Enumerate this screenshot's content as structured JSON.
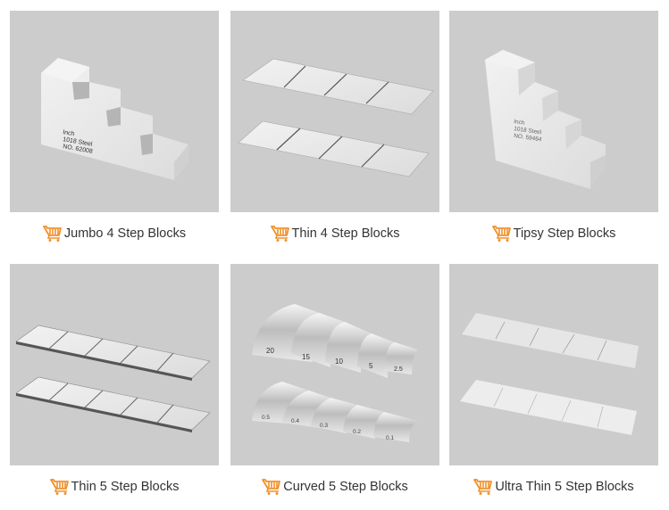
{
  "products": [
    {
      "name": "Jumbo 4 Step Blocks",
      "icon": "shopping-cart-icon",
      "engraving": [
        "Inch",
        "1018 Steel",
        "NO. 62008"
      ]
    },
    {
      "name": "Thin 4 Step Blocks",
      "icon": "shopping-cart-icon"
    },
    {
      "name": "Tipsy Step Blocks",
      "icon": "shopping-cart-icon",
      "engraving": [
        "Inch",
        "1018 Steel",
        "NO. 59464"
      ]
    },
    {
      "name": "Thin 5 Step Blocks",
      "icon": "shopping-cart-icon"
    },
    {
      "name": "Curved 5 Step Blocks",
      "icon": "shopping-cart-icon",
      "marks_top": [
        "20",
        "15",
        "10",
        "5",
        "2.5"
      ],
      "marks_bottom": [
        "0.5",
        "0.4",
        "0.3",
        "0.2",
        "0.1"
      ]
    },
    {
      "name": "Ultra Thin 5 Step Blocks",
      "icon": "shopping-cart-icon"
    }
  ],
  "colors": {
    "panel": "#cccccc",
    "cart": "#f0902a",
    "caption": "#333333"
  }
}
